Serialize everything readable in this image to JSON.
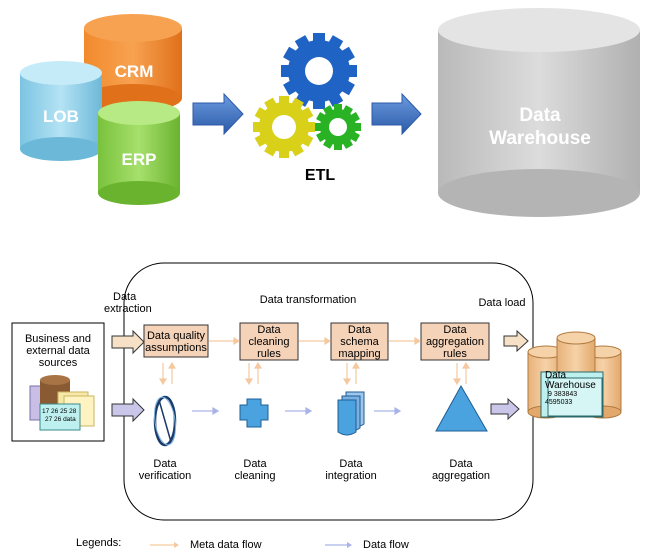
{
  "top": {
    "sources": {
      "crm": "CRM",
      "lob": "LOB",
      "erp": "ERP"
    },
    "etl_label": "ETL",
    "warehouse": {
      "line1": "Data",
      "line2": "Warehouse"
    }
  },
  "bottom": {
    "headings": {
      "extraction_line1": "Data",
      "extraction_line2": "extraction",
      "transformation": "Data transformation",
      "load": "Data load"
    },
    "business_box": {
      "line1": "Business and",
      "line2": "external data",
      "line3": "sources",
      "mini_row1": "17 26 25 28",
      "mini_row2": "27 26 data"
    },
    "meta_boxes": [
      {
        "line1": "Data quality",
        "line2": "assumptions"
      },
      {
        "line1": "Data",
        "line2": "cleaning",
        "line3": "rules"
      },
      {
        "line1": "Data",
        "line2": "schema",
        "line3": "mapping"
      },
      {
        "line1": "Data",
        "line2": "aggregation",
        "line3": "rules"
      }
    ],
    "steps": [
      {
        "line1": "Data",
        "line2": "verification"
      },
      {
        "line1": "Data",
        "line2": "cleaning"
      },
      {
        "line1": "Data",
        "line2": "integration"
      },
      {
        "line1": "Data",
        "line2": "aggregation"
      }
    ],
    "warehouse_card": {
      "line1": "Data",
      "line2": "Warehouse",
      "line3": "9 383843",
      "line4": "4595033"
    }
  },
  "legend": {
    "title": "Legends:",
    "meta": "Meta data flow",
    "data": "Data flow",
    "meta_color": "#f5c9a0",
    "data_color": "#a9b3e8"
  },
  "colors": {
    "crm": "#f5841f",
    "lob": "#8fd0ea",
    "erp": "#8ed34f",
    "warehouse": "#c9c9c9",
    "arrow_blue": "#3f74c4",
    "meta_box": "#f5d3b8",
    "shape_blue": "#4aa3df"
  }
}
